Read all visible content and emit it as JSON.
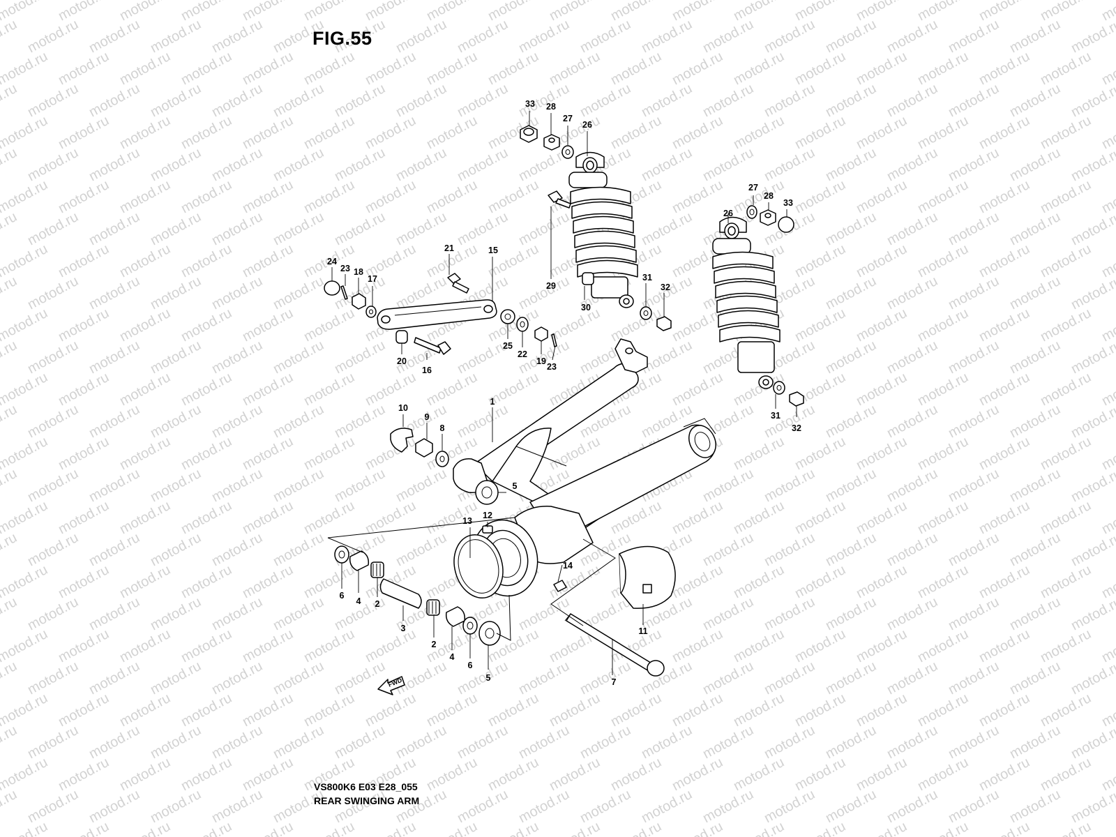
{
  "figure": {
    "title": "FIG.55",
    "code": "VS800K6 E03 E28_055",
    "name": "REAR SWINGING ARM",
    "direction_label": "FWD"
  },
  "watermark": {
    "text": "motod.ru",
    "color": "#d2d2d2"
  },
  "callouts": [
    {
      "id": "c33a",
      "label": "33"
    },
    {
      "id": "c28a",
      "label": "28"
    },
    {
      "id": "c27a",
      "label": "27"
    },
    {
      "id": "c26a",
      "label": "26"
    },
    {
      "id": "c26b",
      "label": "26"
    },
    {
      "id": "c27b",
      "label": "27"
    },
    {
      "id": "c28b",
      "label": "28"
    },
    {
      "id": "c33b",
      "label": "33"
    },
    {
      "id": "c21",
      "label": "21"
    },
    {
      "id": "c15",
      "label": "15"
    },
    {
      "id": "c24",
      "label": "24"
    },
    {
      "id": "c23a",
      "label": "23"
    },
    {
      "id": "c18",
      "label": "18"
    },
    {
      "id": "c17",
      "label": "17"
    },
    {
      "id": "c29",
      "label": "29"
    },
    {
      "id": "c30",
      "label": "30"
    },
    {
      "id": "c31a",
      "label": "31"
    },
    {
      "id": "c32a",
      "label": "32"
    },
    {
      "id": "c20",
      "label": "20"
    },
    {
      "id": "c16",
      "label": "16"
    },
    {
      "id": "c25",
      "label": "25"
    },
    {
      "id": "c22",
      "label": "22"
    },
    {
      "id": "c19",
      "label": "19"
    },
    {
      "id": "c23b",
      "label": "23"
    },
    {
      "id": "c31b",
      "label": "31"
    },
    {
      "id": "c32b",
      "label": "32"
    },
    {
      "id": "c10",
      "label": "10"
    },
    {
      "id": "c9",
      "label": "9"
    },
    {
      "id": "c8",
      "label": "8"
    },
    {
      "id": "c1",
      "label": "1"
    },
    {
      "id": "c5a",
      "label": "5"
    },
    {
      "id": "c13",
      "label": "13"
    },
    {
      "id": "c12",
      "label": "12"
    },
    {
      "id": "c14",
      "label": "14"
    },
    {
      "id": "c6a",
      "label": "6"
    },
    {
      "id": "c4a",
      "label": "4"
    },
    {
      "id": "c2a",
      "label": "2"
    },
    {
      "id": "c3",
      "label": "3"
    },
    {
      "id": "c2b",
      "label": "2"
    },
    {
      "id": "c4b",
      "label": "4"
    },
    {
      "id": "c6b",
      "label": "6"
    },
    {
      "id": "c5b",
      "label": "5"
    },
    {
      "id": "c11",
      "label": "11"
    },
    {
      "id": "c7",
      "label": "7"
    }
  ]
}
